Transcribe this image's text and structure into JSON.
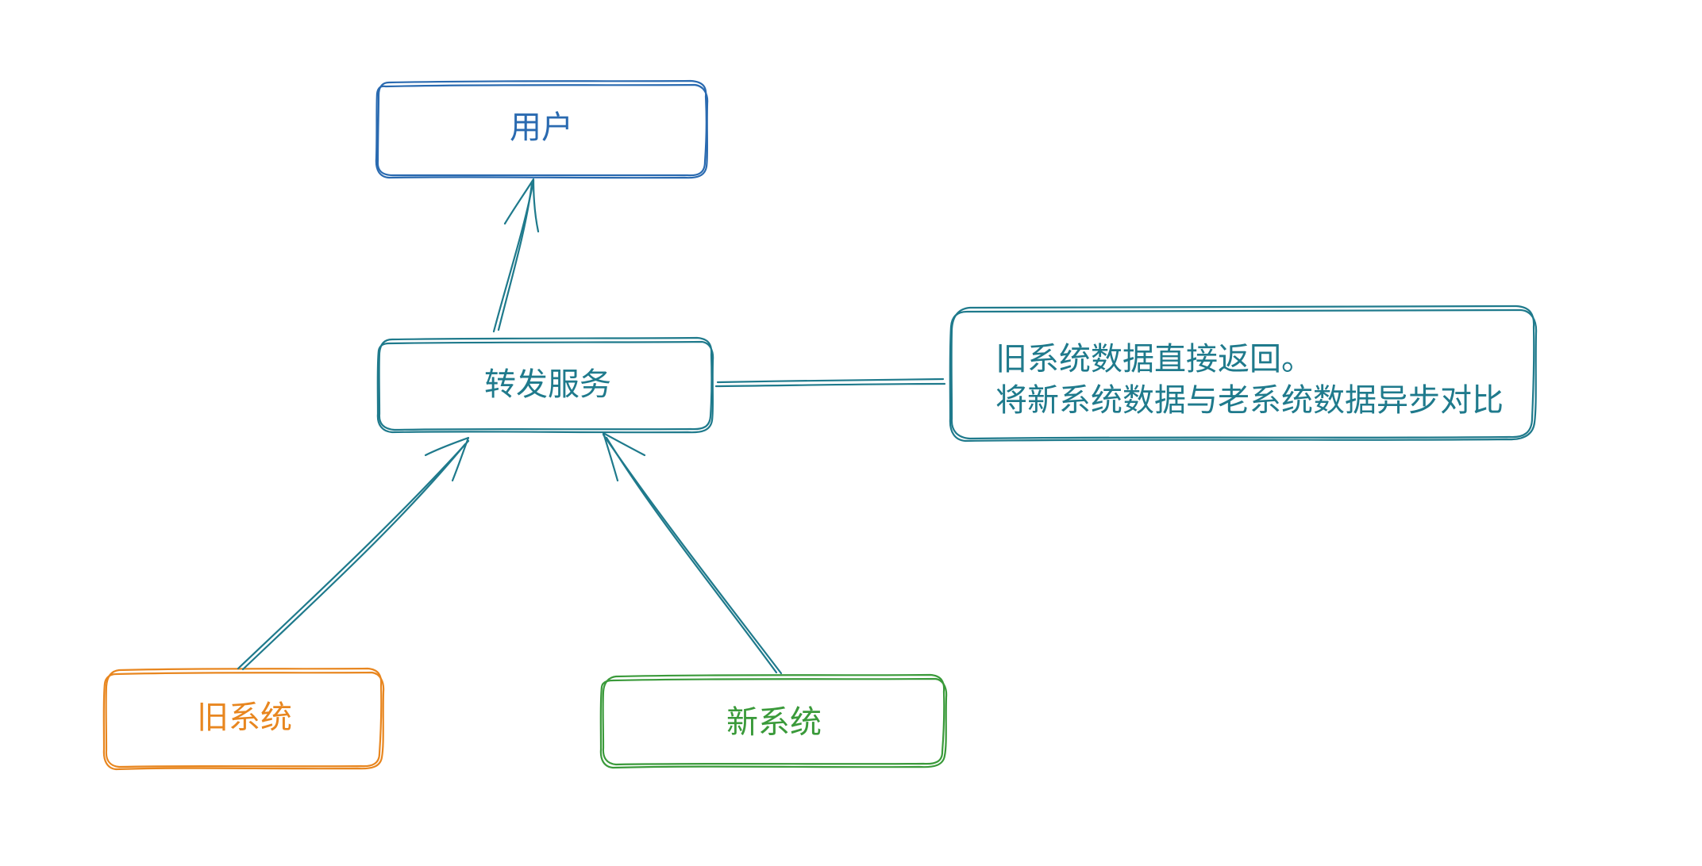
{
  "colors": {
    "user": "#2a6ab0",
    "forward": "#1f7a8c",
    "old_system": "#e8861f",
    "new_system": "#3a9a3a",
    "note": "#1f7a8c",
    "connector": "#1f7a8c",
    "background": "#ffffff"
  },
  "nodes": {
    "user": {
      "label": "用户"
    },
    "forward_service": {
      "label": "转发服务"
    },
    "old_system": {
      "label": "旧系统"
    },
    "new_system": {
      "label": "新系统"
    }
  },
  "note": {
    "line1": "旧系统数据直接返回。",
    "line2": "将新系统数据与老系统数据异步对比"
  },
  "edges": [
    {
      "from": "forward_service",
      "to": "user",
      "style": "arrow"
    },
    {
      "from": "old_system",
      "to": "forward_service",
      "style": "arrow"
    },
    {
      "from": "new_system",
      "to": "forward_service",
      "style": "arrow"
    },
    {
      "from": "forward_service",
      "to": "note",
      "style": "line"
    }
  ]
}
